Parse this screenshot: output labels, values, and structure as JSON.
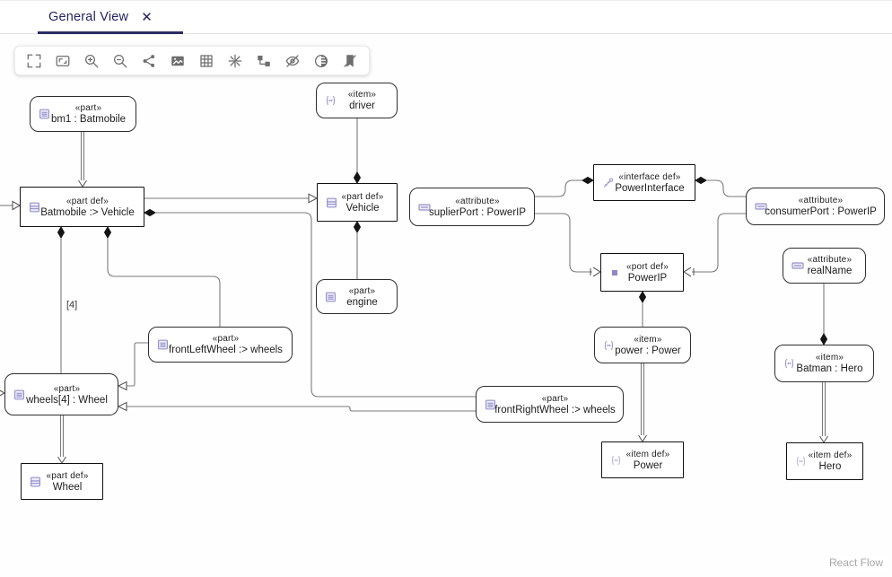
{
  "tab_bar": {
    "tabs": [
      {
        "label": "General View",
        "close_icon": "x-icon",
        "active": true
      }
    ]
  },
  "toolbar": {
    "icons": [
      "fit-screen-icon",
      "fit-view-icon",
      "zoom-in-icon",
      "zoom-out-icon",
      "share-icon",
      "export-image-icon",
      "grid-icon",
      "snap-off-icon",
      "auto-layout-icon",
      "hide-elements-icon",
      "contrast-icon",
      "hide-labels-icon"
    ]
  },
  "diagram": {
    "nodes": [
      {
        "id": "bm1",
        "stereotype": "«part»",
        "name": "bm1 : Batmobile",
        "icon": "part-icon"
      },
      {
        "id": "driver",
        "stereotype": "«item»",
        "name": "driver",
        "icon": "item-icon"
      },
      {
        "id": "batmobile-def",
        "stereotype": "«part def»",
        "name": "Batmobile :> Vehicle",
        "icon": "part-def-icon"
      },
      {
        "id": "vehicle-def",
        "stereotype": "«part def»",
        "name": "Vehicle",
        "icon": "part-def-icon"
      },
      {
        "id": "suplier-port",
        "stereotype": "«attribute»",
        "name": "suplierPort : PowerIP",
        "icon": "attribute-icon"
      },
      {
        "id": "power-interface",
        "stereotype": "«interface def»",
        "name": "PowerInterface",
        "icon": "interface-def-icon"
      },
      {
        "id": "consumer-port",
        "stereotype": "«attribute»",
        "name": "consumerPort : PowerIP",
        "icon": "attribute-icon"
      },
      {
        "id": "engine",
        "stereotype": "«part»",
        "name": "engine",
        "icon": "part-icon"
      },
      {
        "id": "real-name",
        "stereotype": "«attribute»",
        "name": "realName",
        "icon": "attribute-icon"
      },
      {
        "id": "powerip-def",
        "stereotype": "«port def»",
        "name": "PowerIP",
        "icon": "port-def-icon"
      },
      {
        "id": "front-left-wheel",
        "stereotype": "«part»",
        "name": "frontLeftWheel :> wheels",
        "icon": "part-icon"
      },
      {
        "id": "power-item",
        "stereotype": "«item»",
        "name": "power : Power",
        "icon": "item-icon"
      },
      {
        "id": "batman",
        "stereotype": "«item»",
        "name": "Batman : Hero",
        "icon": "item-icon"
      },
      {
        "id": "wheels",
        "stereotype": "«part»",
        "name": "wheels[4] : Wheel",
        "icon": "part-icon"
      },
      {
        "id": "front-right-wheel",
        "stereotype": "«part»",
        "name": "frontRightWheel :> wheels",
        "icon": "part-icon"
      },
      {
        "id": "power-def",
        "stereotype": "«item def»",
        "name": "Power",
        "icon": "item-def-icon"
      },
      {
        "id": "hero-def",
        "stereotype": "«item def»",
        "name": "Hero",
        "icon": "item-def-icon"
      },
      {
        "id": "wheel-def",
        "stereotype": "«part def»",
        "name": "Wheel",
        "icon": "part-def-icon"
      }
    ],
    "edge_labels": [
      {
        "text": "[4]"
      }
    ]
  },
  "attribution": {
    "text": "React Flow"
  },
  "colors": {
    "tab_accent": "#2b2b63",
    "icon_gray": "#6e6e6e",
    "node_icon_purple": "#8d89c8",
    "edge_gray": "#7b7b7b"
  }
}
